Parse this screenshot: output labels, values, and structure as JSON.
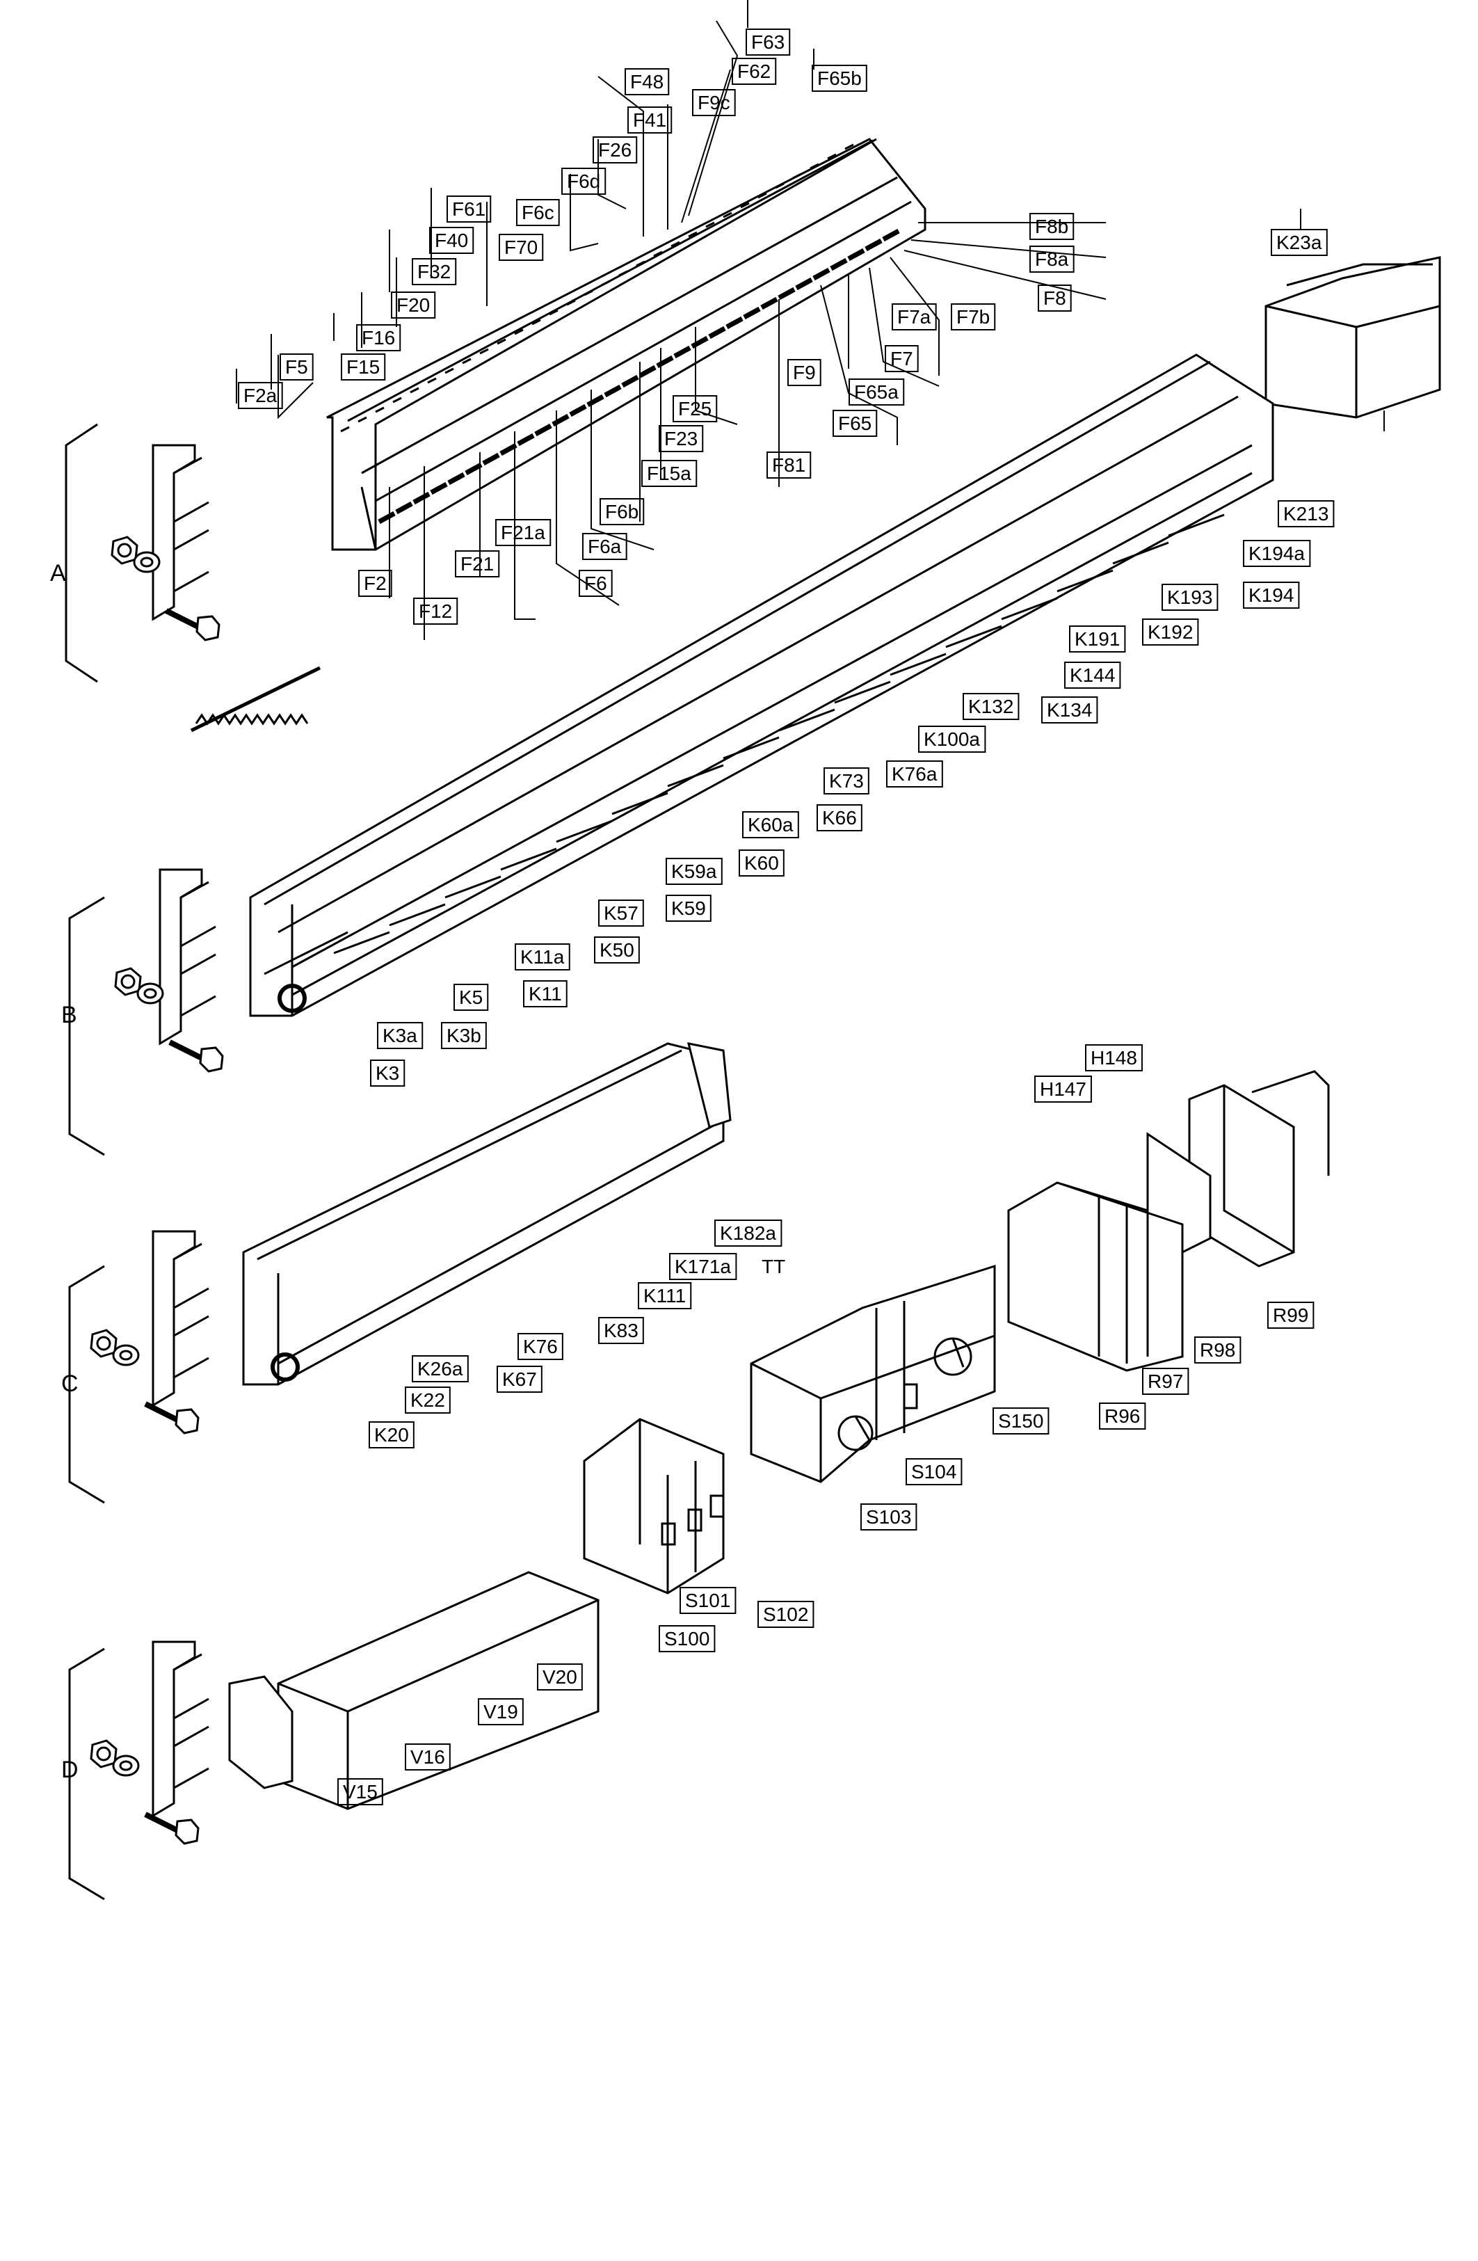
{
  "sections": {
    "a": "A",
    "b": "B",
    "c": "C",
    "d": "D"
  },
  "labels": {
    "F63": "F63",
    "F62": "F62",
    "F65b": "F65b",
    "F48": "F48",
    "F9c": "F9c",
    "F41": "F41",
    "F26": "F26",
    "F6d": "F6d",
    "F61": "F61",
    "F6c": "F6c",
    "F40": "F40",
    "F70": "F70",
    "F32": "F32",
    "F20": "F20",
    "F16": "F16",
    "F15": "F15",
    "F5": "F5",
    "F2a": "F2a",
    "F8b": "F8b",
    "F8a": "F8a",
    "F8": "F8",
    "F7a": "F7a",
    "F7b": "F7b",
    "F7": "F7",
    "F9": "F9",
    "F65a": "F65a",
    "F65": "F65",
    "F25": "F25",
    "F23": "F23",
    "F15a": "F15a",
    "F81": "F81",
    "F6b": "F6b",
    "F21a": "F21a",
    "F6a": "F6a",
    "F21": "F21",
    "F6": "F6",
    "F2": "F2",
    "F12": "F12",
    "K23a": "K23a",
    "K213": "K213",
    "K194a": "K194a",
    "K193": "K193",
    "K194": "K194",
    "K191": "K191",
    "K192": "K192",
    "K144": "K144",
    "K132": "K132",
    "K134": "K134",
    "K100a": "K100a",
    "K73": "K73",
    "K76a": "K76a",
    "K60a": "K60a",
    "K66": "K66",
    "K60": "K60",
    "K59a": "K59a",
    "K59": "K59",
    "K57": "K57",
    "K50": "K50",
    "K11a": "K11a",
    "K11": "K11",
    "K5": "K5",
    "K3a": "K3a",
    "K3b": "K3b",
    "K3": "K3",
    "H148": "H148",
    "H147": "H147",
    "K182a": "K182a",
    "K171a": "K171a",
    "TT": "TT",
    "K111": "K111",
    "K83": "K83",
    "K76": "K76",
    "K67": "K67",
    "K26a": "K26a",
    "K22": "K22",
    "K20": "K20",
    "R99": "R99",
    "R98": "R98",
    "R97": "R97",
    "R96": "R96",
    "S150": "S150",
    "S104": "S104",
    "S103": "S103",
    "S101": "S101",
    "S102": "S102",
    "S100": "S100",
    "V20": "V20",
    "V19": "V19",
    "V16": "V16",
    "V15": "V15"
  }
}
